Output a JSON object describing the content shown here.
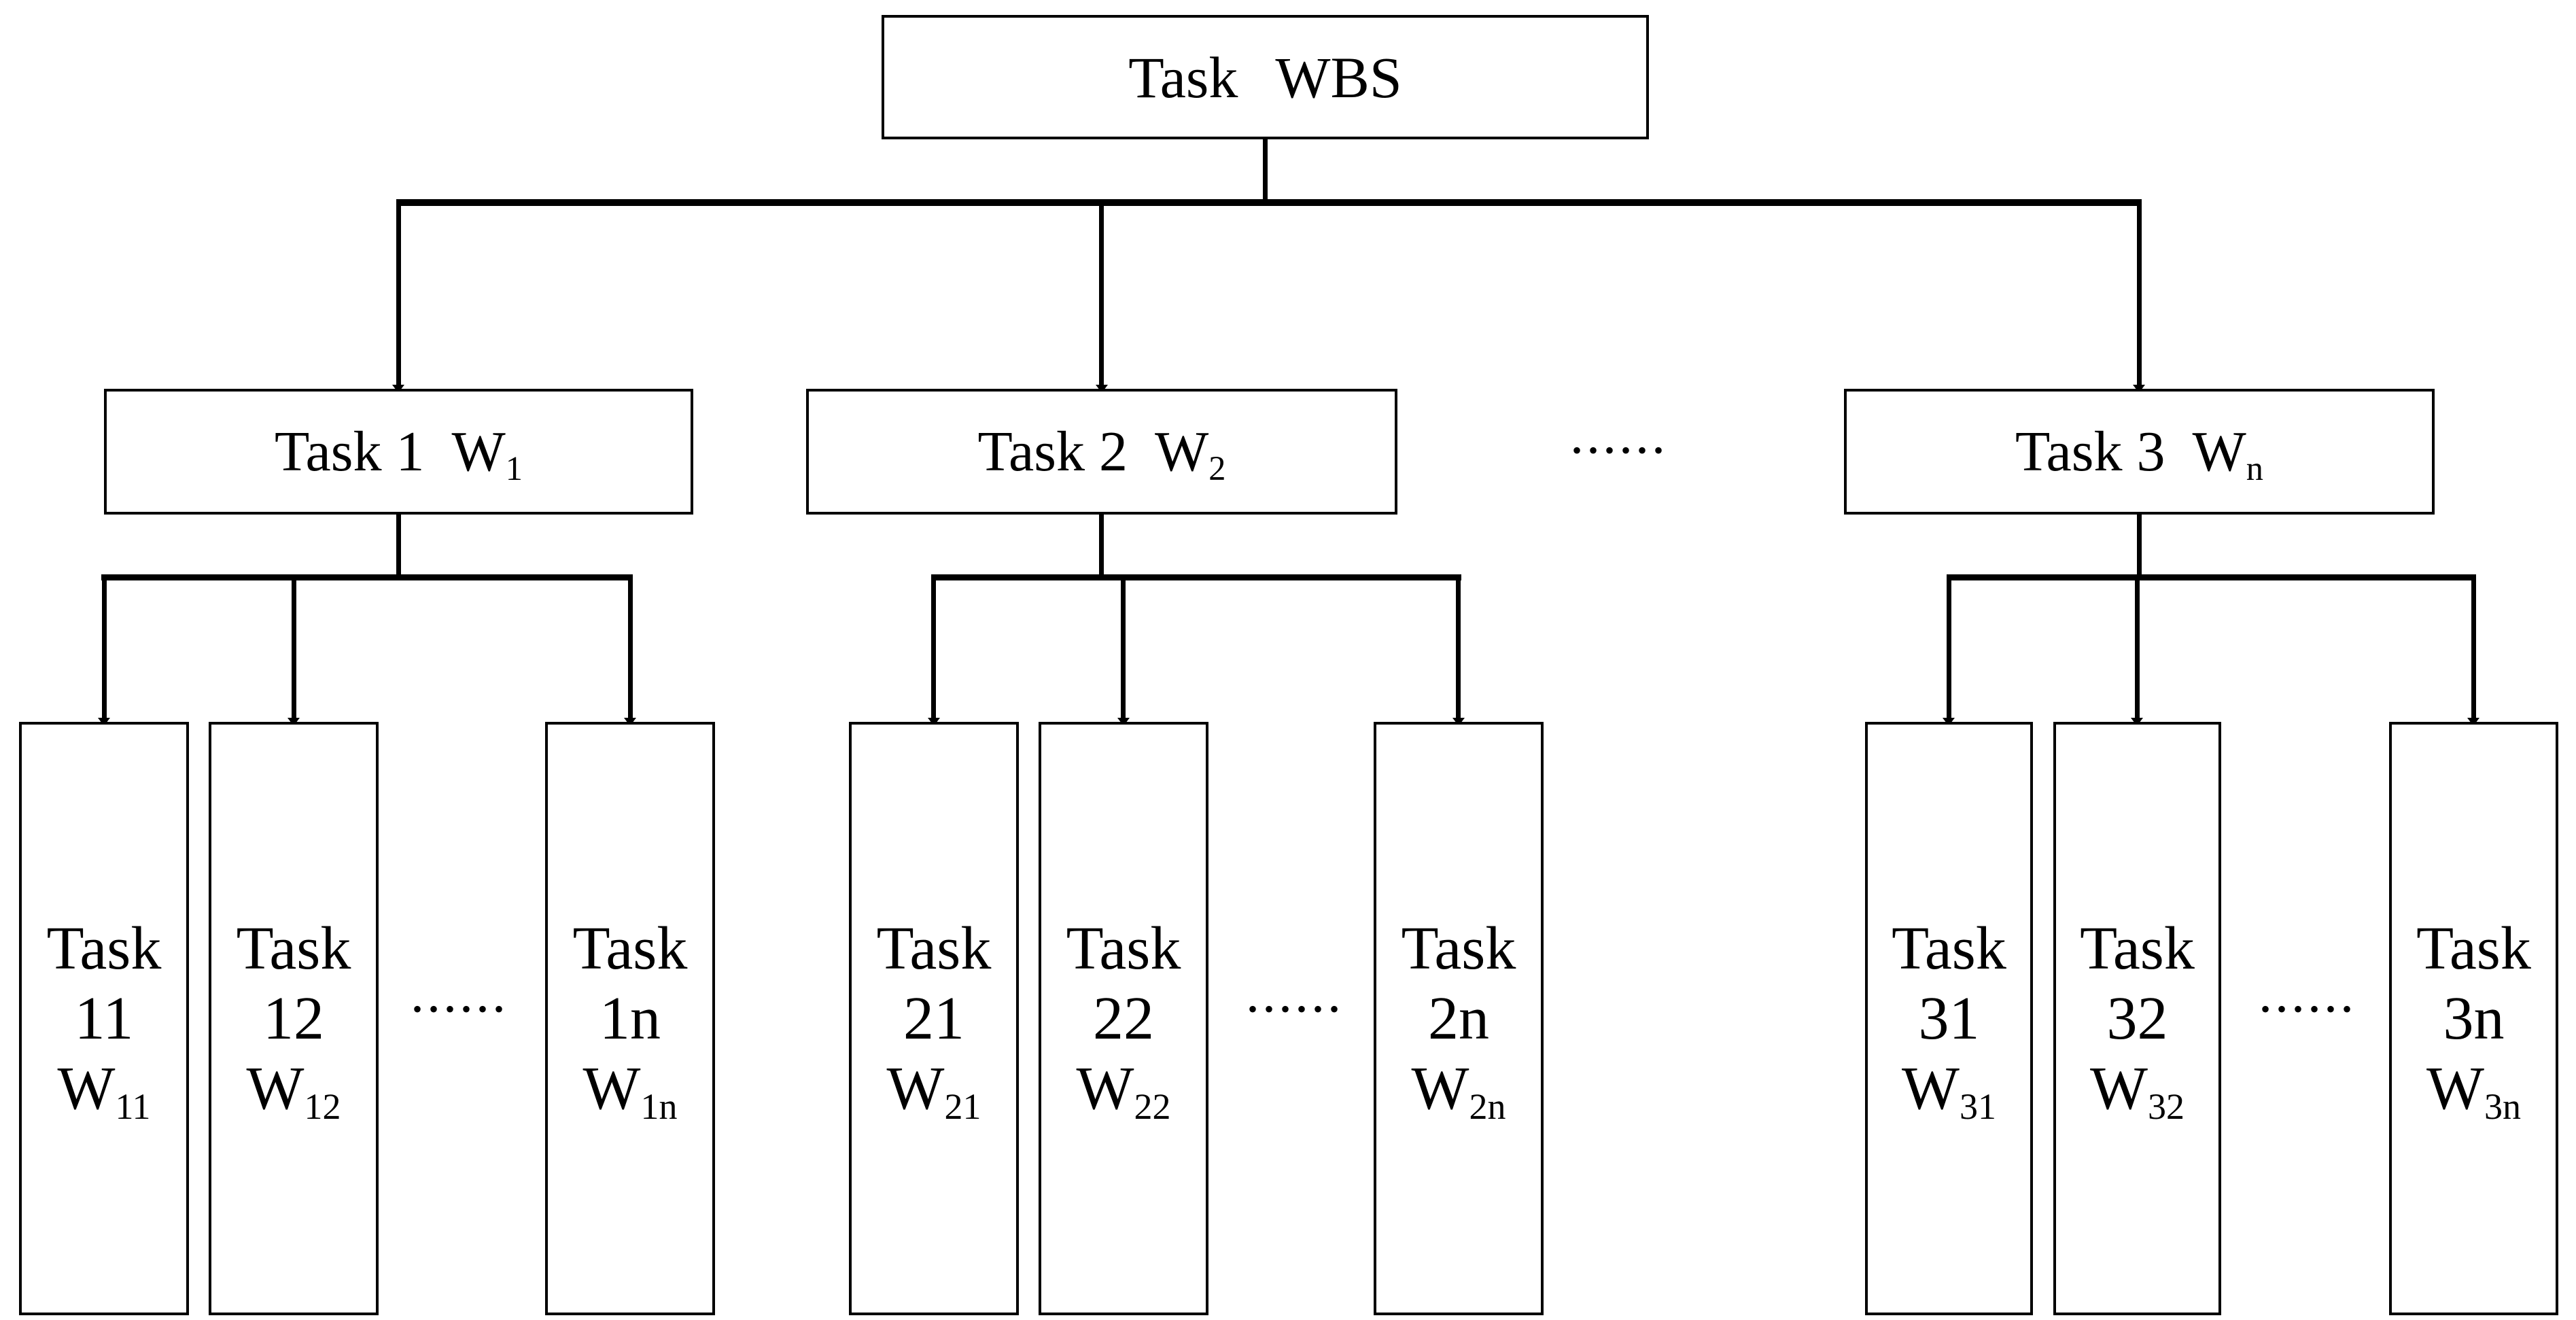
{
  "tree": {
    "root": {
      "name": "Task",
      "id": "WBS"
    },
    "level2_ellipsis": "••••••",
    "branches": [
      {
        "parent": {
          "name": "Task 1",
          "w": "W",
          "w_sub": "1"
        },
        "ellipsis": "••••••",
        "children": [
          {
            "name": "Task",
            "num": "11",
            "w": "W",
            "w_sub": "11"
          },
          {
            "name": "Task",
            "num": "12",
            "w": "W",
            "w_sub": "12"
          },
          {
            "name": "Task",
            "num": "1n",
            "w": "W",
            "w_sub": "1n"
          }
        ]
      },
      {
        "parent": {
          "name": "Task 2",
          "w": "W",
          "w_sub": "2"
        },
        "ellipsis": "••••••",
        "children": [
          {
            "name": "Task",
            "num": "21",
            "w": "W",
            "w_sub": "21"
          },
          {
            "name": "Task",
            "num": "22",
            "w": "W",
            "w_sub": "22"
          },
          {
            "name": "Task",
            "num": "2n",
            "w": "W",
            "w_sub": "2n"
          }
        ]
      },
      {
        "parent": {
          "name": "Task 3",
          "w": "W",
          "w_sub": "n"
        },
        "ellipsis": "••••••",
        "children": [
          {
            "name": "Task",
            "num": "31",
            "w": "W",
            "w_sub": "31"
          },
          {
            "name": "Task",
            "num": "32",
            "w": "W",
            "w_sub": "32"
          },
          {
            "name": "Task",
            "num": "3n",
            "w": "W",
            "w_sub": "3n"
          }
        ]
      }
    ],
    "colors": {
      "line": "#000000",
      "background": "#ffffff"
    }
  }
}
